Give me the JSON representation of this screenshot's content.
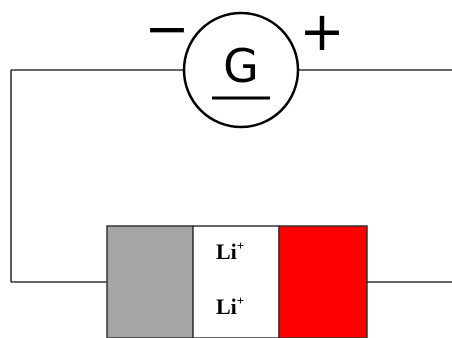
{
  "galvanometer": {
    "label": "G",
    "negative_sign": "−",
    "positive_sign": "+"
  },
  "cell": {
    "left_electrode_color": "#a5a5a5",
    "electrolyte_color": "#ffffff",
    "right_electrode_color": "#ff0000",
    "ions": [
      {
        "symbol": "Li",
        "charge": "+"
      },
      {
        "symbol": "Li",
        "charge": "+"
      }
    ]
  },
  "wire_color": "#333333"
}
